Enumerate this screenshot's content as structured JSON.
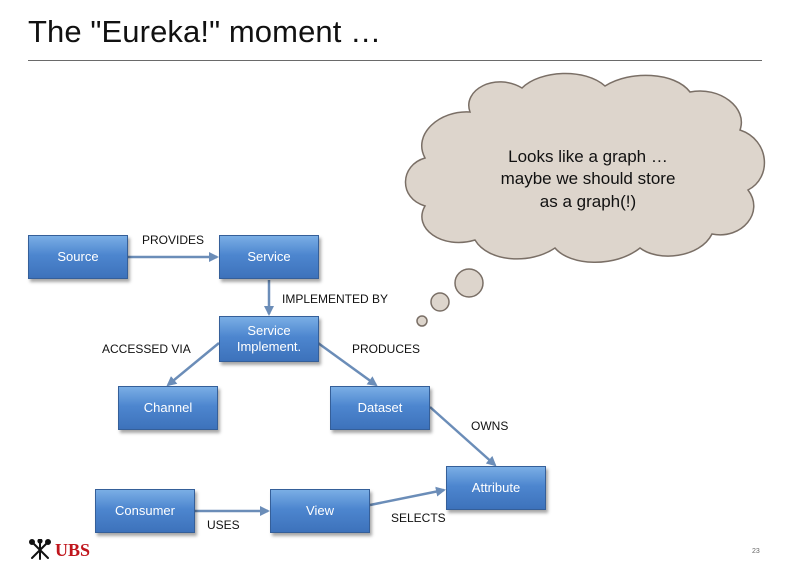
{
  "slide": {
    "title": "The \"Eureka!\" moment …",
    "page_number": "23"
  },
  "thought_bubble": {
    "lines": [
      "Looks like a graph …",
      "maybe we should store",
      "as a graph(!)"
    ]
  },
  "nodes": {
    "source": "Source",
    "service": "Service",
    "service_impl_line1": "Service",
    "service_impl_line2": "Implement.",
    "channel": "Channel",
    "dataset": "Dataset",
    "attribute": "Attribute",
    "consumer": "Consumer",
    "view": "View"
  },
  "edges": {
    "provides": "PROVIDES",
    "implemented_by": "IMPLEMENTED BY",
    "accessed_via": "ACCESSED VIA",
    "produces": "PRODUCES",
    "owns": "OWNS",
    "uses": "USES",
    "selects": "SELECTS"
  },
  "footer": {
    "logo_text": "UBS",
    "logo_icon": "ubs-keys-icon"
  },
  "colors": {
    "node_fill": "#4d86cf",
    "edge": "#6b8db8",
    "bubble_fill": "#ddd5cc",
    "bubble_stroke": "#7a6f66",
    "brand_red": "#c0161d"
  }
}
